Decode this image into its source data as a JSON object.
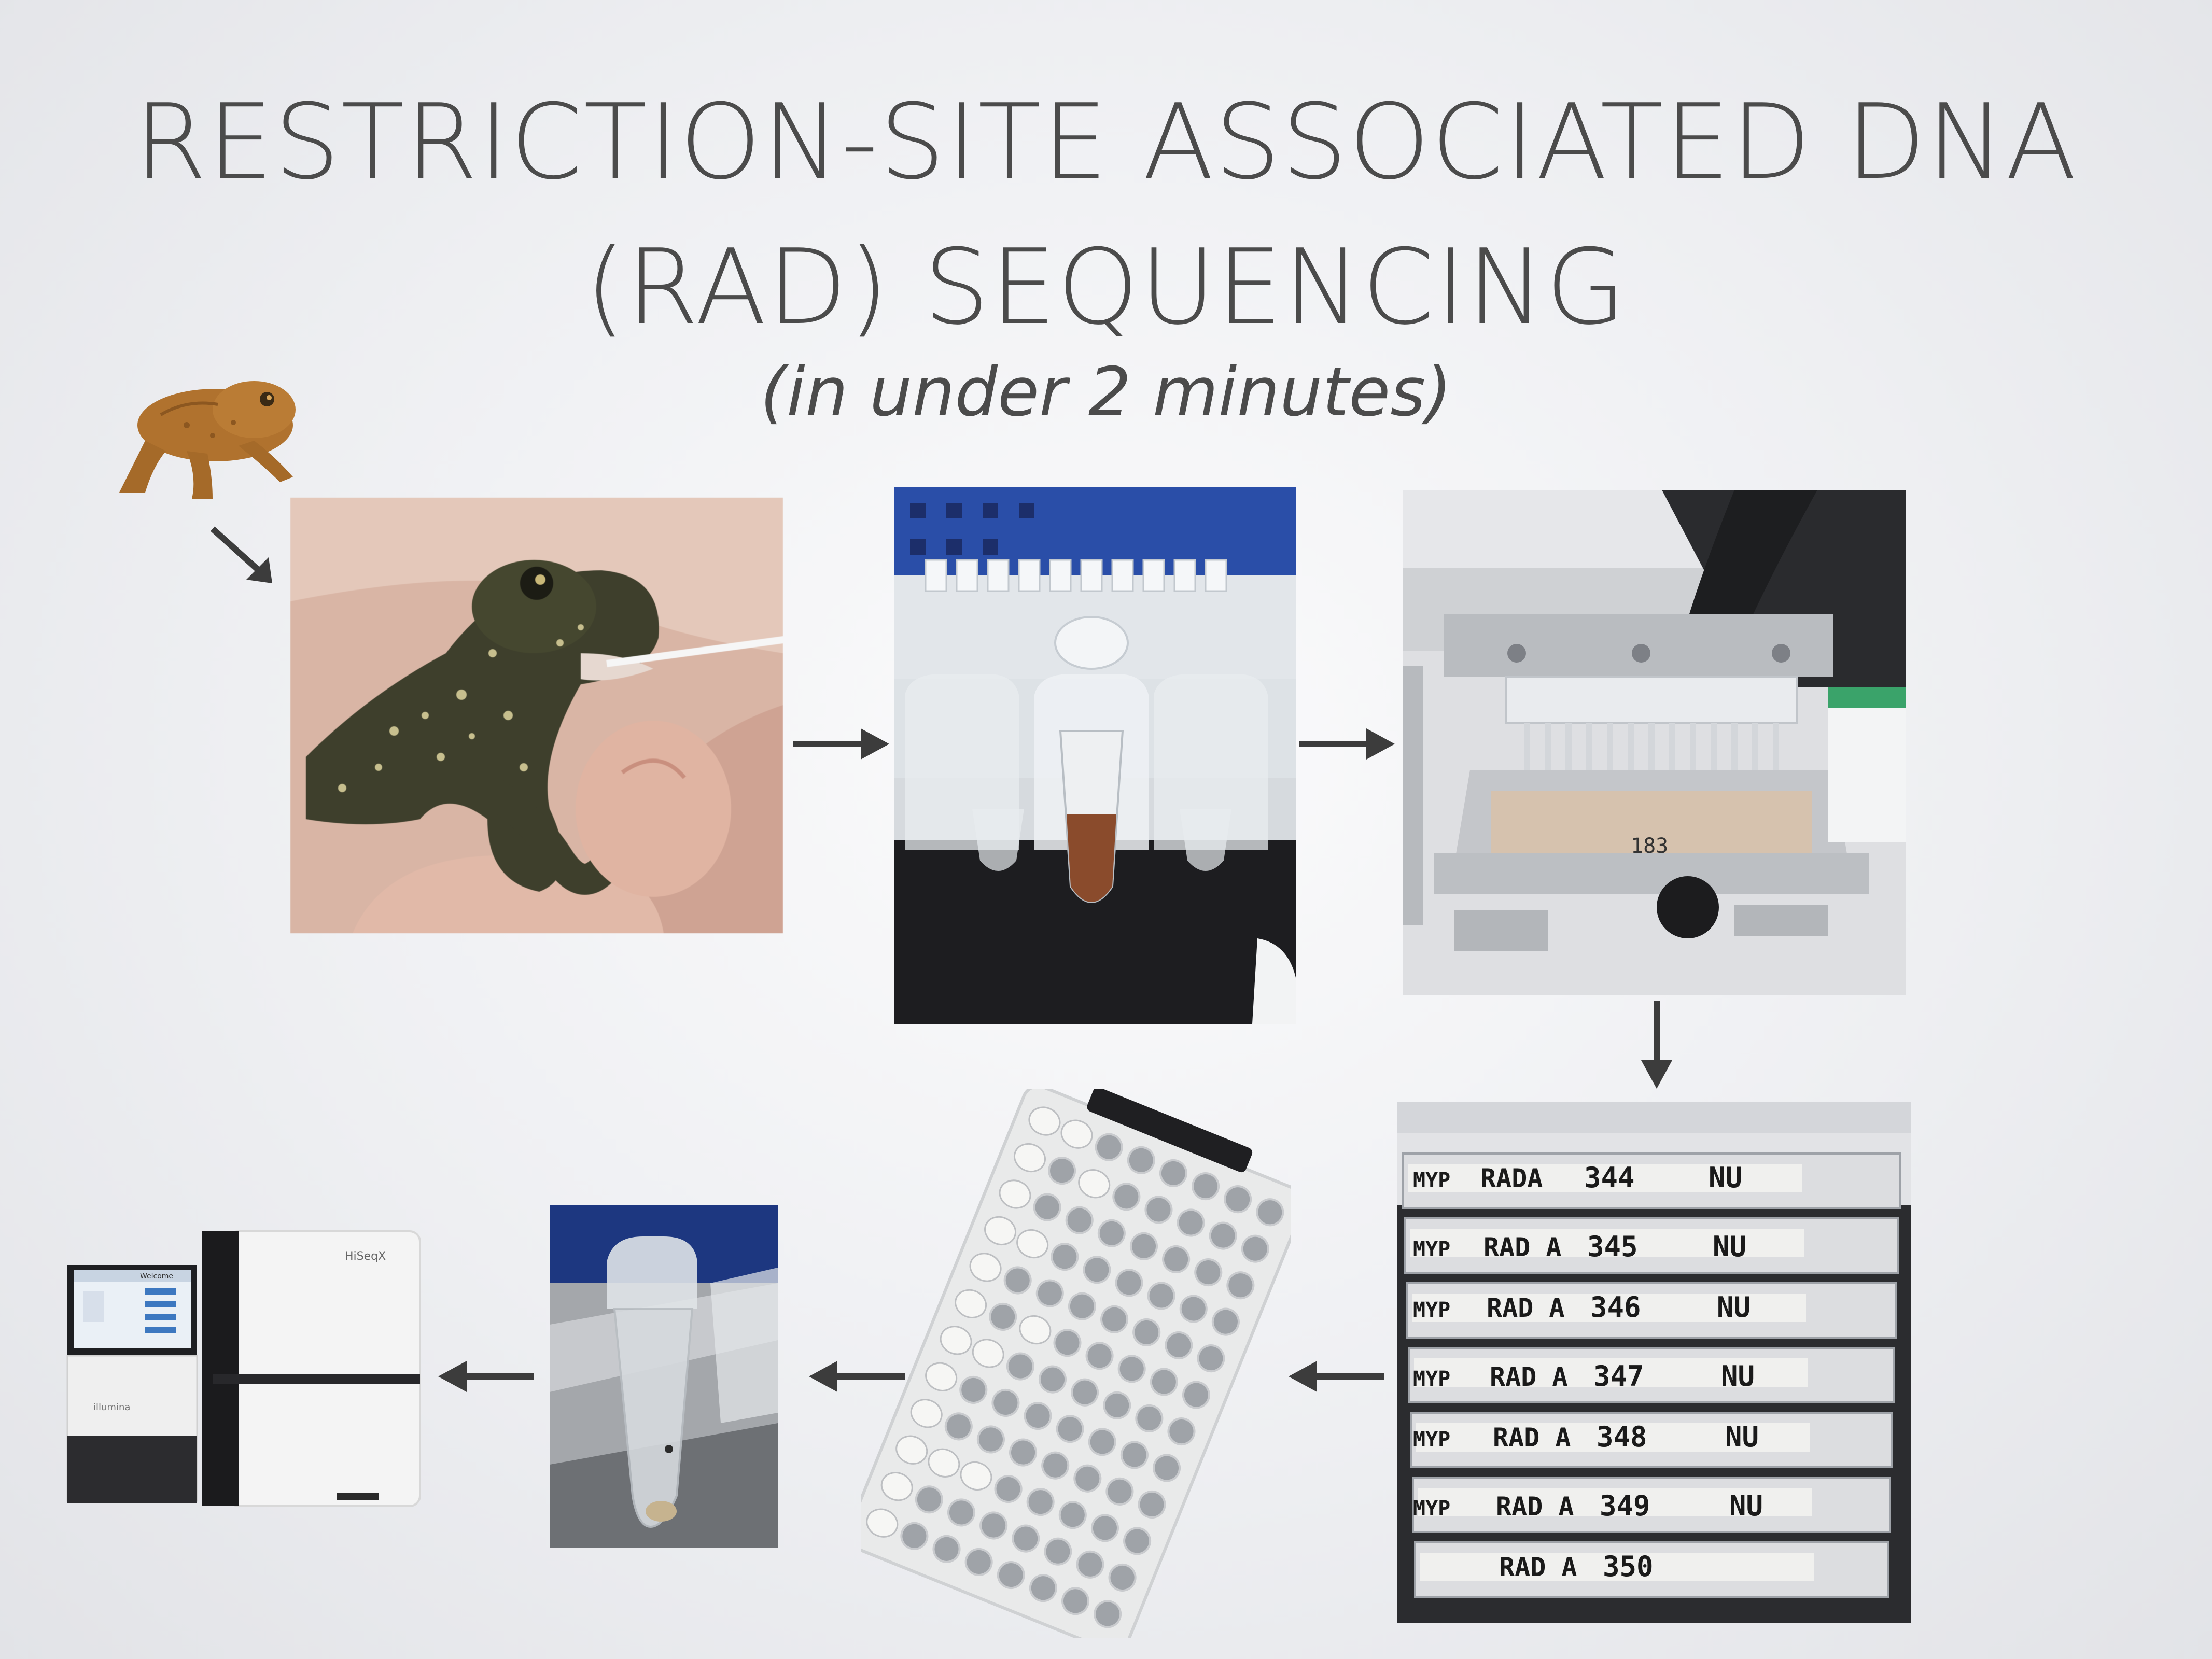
{
  "slide": {
    "title_line1": "RESTRICTION-SITE ASSOCIATED DNA",
    "title_line2": "(RAD) SEQUENCING",
    "subtitle": "(in under 2 minutes)"
  },
  "plate_stack": {
    "labels": [
      {
        "prefix": "MYP",
        "name": "RADA",
        "number": "344",
        "tag": "NU"
      },
      {
        "prefix": "MYP",
        "name": "RAD A",
        "number": "345",
        "tag": "NU"
      },
      {
        "prefix": "MYP",
        "name": "RAD A",
        "number": "346",
        "tag": "NU"
      },
      {
        "prefix": "MYP",
        "name": "RAD A",
        "number": "347",
        "tag": "NU"
      },
      {
        "prefix": "MYP",
        "name": "RAD A",
        "number": "348",
        "tag": "NU"
      },
      {
        "prefix": "MYP",
        "name": "RAD A",
        "number": "349",
        "tag": "NU"
      },
      {
        "prefix": "",
        "name": "RAD A",
        "number": "350",
        "tag": ""
      }
    ]
  },
  "robot_plate_label": "183",
  "sequencer": {
    "brand": "HiSeqX",
    "maker": "illumina",
    "screen_title": "Welcome"
  },
  "colors": {
    "title": "#4b4b4b",
    "arrow": "#3c3c3c",
    "background": "#eeeff2",
    "frog_orange": "#b0722e",
    "frog_dark": "#3e3f2c"
  },
  "icons": [
    "arrow-down-right-icon",
    "arrow-right-icon",
    "arrow-down-icon",
    "arrow-left-icon"
  ]
}
